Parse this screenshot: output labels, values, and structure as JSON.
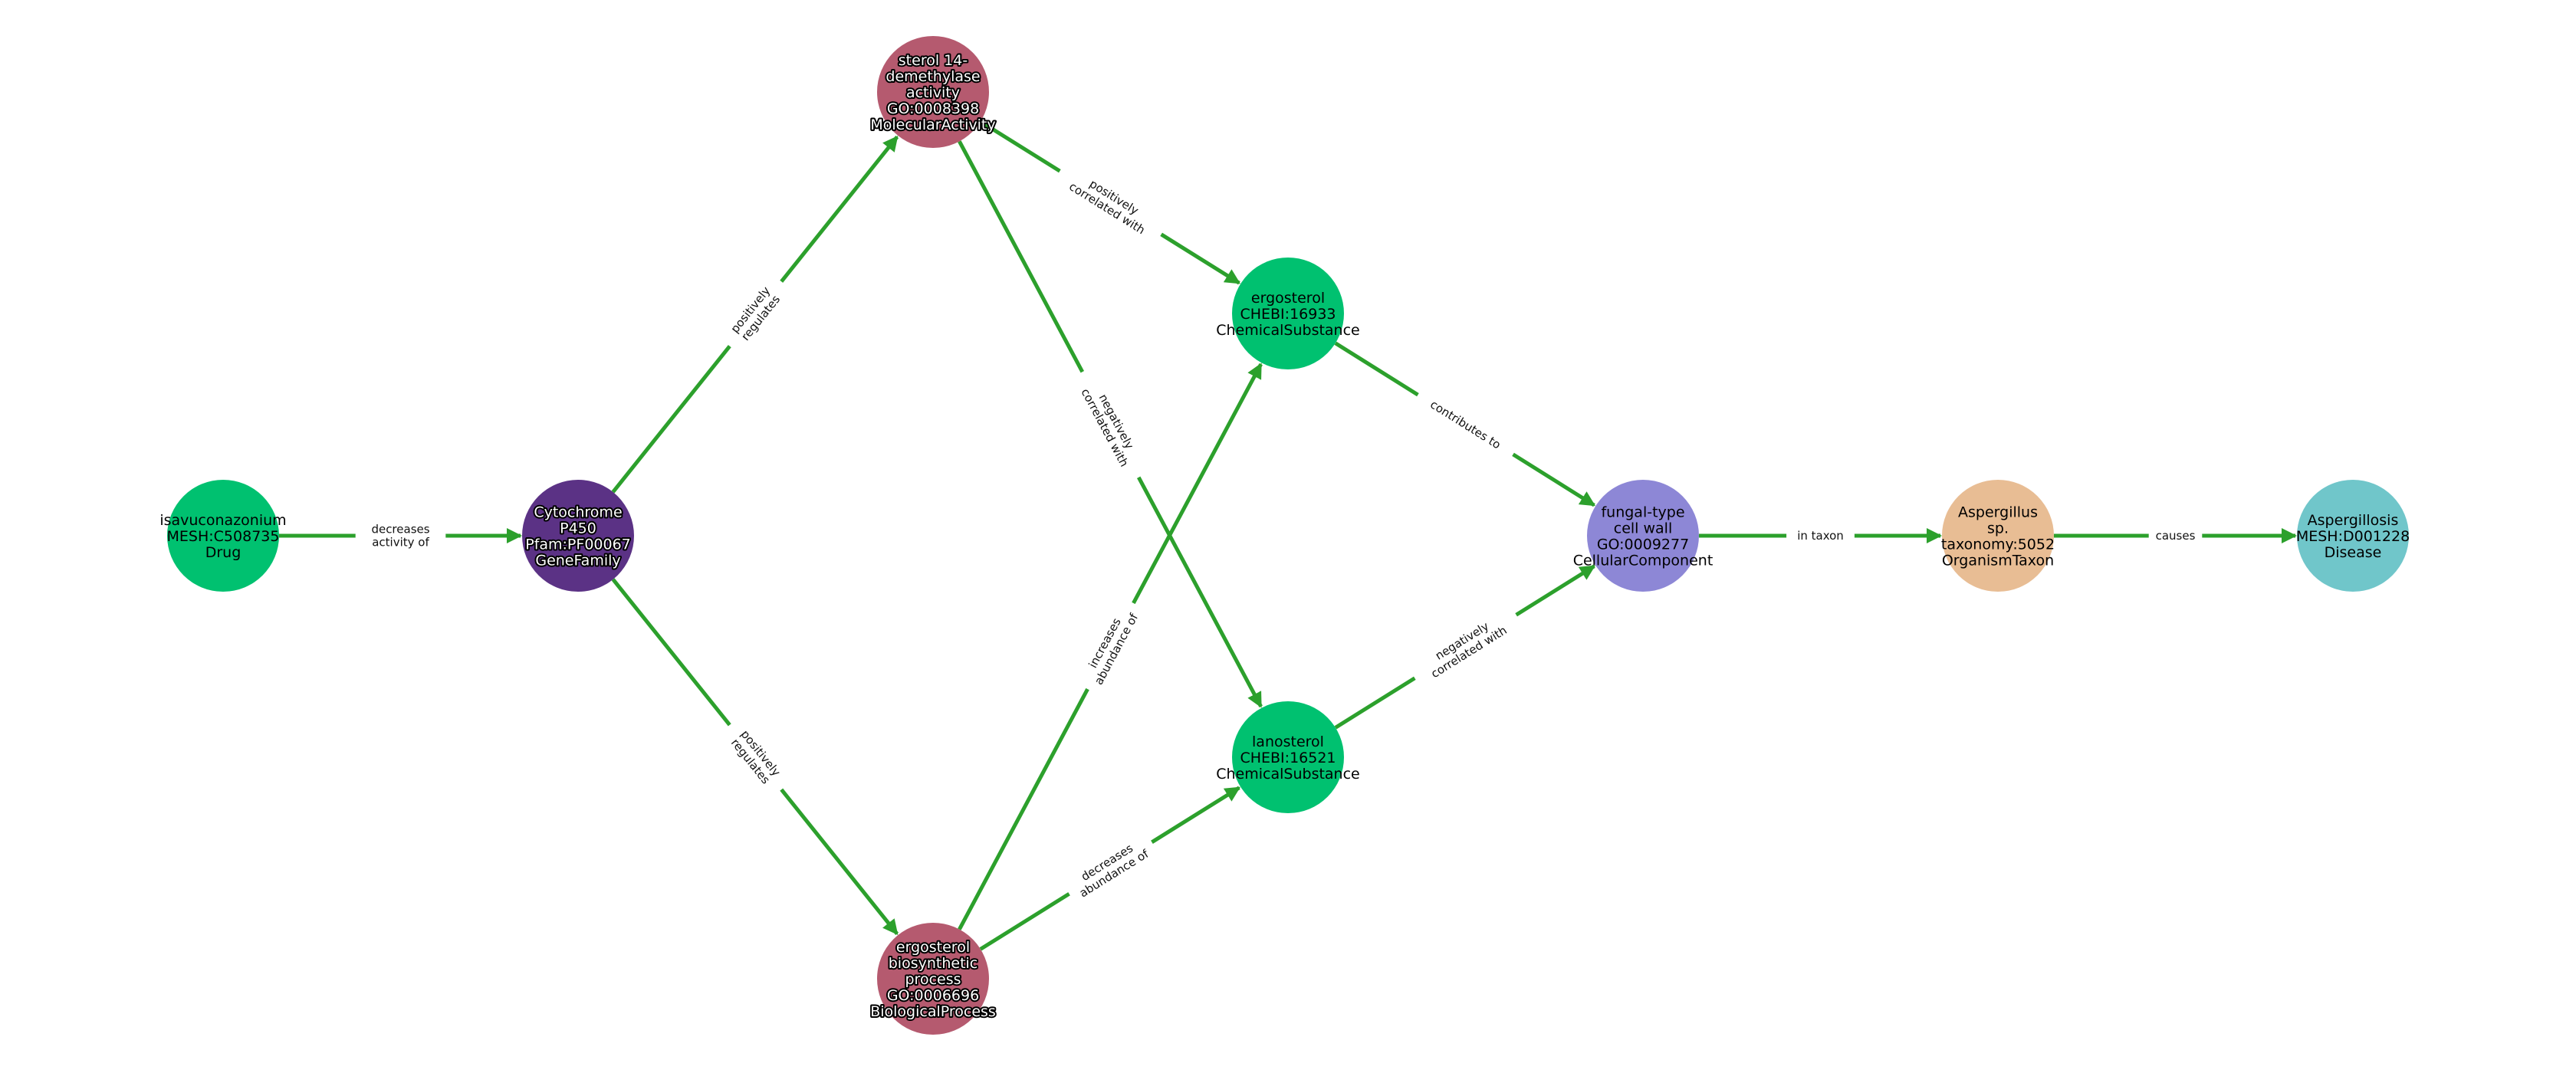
{
  "colors": {
    "edge": "#2ca02c",
    "Drug": "#00c170",
    "GeneFamily": "#5b3285",
    "MolecularActivity": "#b55a6f",
    "BiologicalProcess": "#b55a6f",
    "ChemicalSubstance": "#00c170",
    "CellularComponent": "#8d87d6",
    "OrganismTaxon": "#e8bd94",
    "Disease": "#70c6ca"
  },
  "nodes": [
    {
      "id": "isavuconazonium",
      "type": "Drug",
      "halo": false,
      "lines": [
        "isavuconazonium",
        "MESH:C508735",
        "Drug"
      ]
    },
    {
      "id": "cyp450",
      "type": "GeneFamily",
      "halo": true,
      "lines": [
        "Cytochrome",
        "P450",
        "Pfam:PF00067",
        "GeneFamily"
      ]
    },
    {
      "id": "sterol14",
      "type": "MolecularActivity",
      "halo": true,
      "lines": [
        "sterol 14-",
        "demethylase",
        "activity",
        "GO:0008398",
        "MolecularActivity"
      ]
    },
    {
      "id": "ergobio",
      "type": "BiologicalProcess",
      "halo": true,
      "lines": [
        "ergosterol",
        "biosynthetic",
        "process",
        "GO:0006696",
        "BiologicalProcess"
      ]
    },
    {
      "id": "ergosterol",
      "type": "ChemicalSubstance",
      "halo": false,
      "lines": [
        "ergosterol",
        "CHEBI:16933",
        "ChemicalSubstance"
      ]
    },
    {
      "id": "lanosterol",
      "type": "ChemicalSubstance",
      "halo": false,
      "lines": [
        "lanosterol",
        "CHEBI:16521",
        "ChemicalSubstance"
      ]
    },
    {
      "id": "cellwall",
      "type": "CellularComponent",
      "halo": false,
      "lines": [
        "fungal-type",
        "cell wall",
        "GO:0009277",
        "CellularComponent"
      ]
    },
    {
      "id": "aspsp",
      "type": "OrganismTaxon",
      "halo": false,
      "lines": [
        "Aspergillus",
        "sp.",
        "taxonomy:5052",
        "OrganismTaxon"
      ]
    },
    {
      "id": "aspergillosis",
      "type": "Disease",
      "halo": false,
      "lines": [
        "Aspergillosis",
        "MESH:D001228",
        "Disease"
      ]
    }
  ],
  "edges": [
    {
      "source": "isavuconazonium",
      "target": "cyp450",
      "lines": [
        "decreases",
        "activity of"
      ]
    },
    {
      "source": "cyp450",
      "target": "sterol14",
      "lines": [
        "positively",
        "regulates"
      ]
    },
    {
      "source": "cyp450",
      "target": "ergobio",
      "lines": [
        "positively",
        "regulates"
      ]
    },
    {
      "source": "sterol14",
      "target": "ergosterol",
      "lines": [
        "positively",
        "correlated with"
      ]
    },
    {
      "source": "sterol14",
      "target": "lanosterol",
      "lines": [
        "negatively",
        "correlated with"
      ]
    },
    {
      "source": "ergobio",
      "target": "ergosterol",
      "lines": [
        "increases",
        "abundance of"
      ]
    },
    {
      "source": "ergobio",
      "target": "lanosterol",
      "lines": [
        "decreases",
        "abundance of"
      ]
    },
    {
      "source": "ergosterol",
      "target": "cellwall",
      "lines": [
        "contributes to"
      ]
    },
    {
      "source": "lanosterol",
      "target": "cellwall",
      "lines": [
        "negatively",
        "correlated with"
      ]
    },
    {
      "source": "cellwall",
      "target": "aspsp",
      "lines": [
        "in taxon"
      ]
    },
    {
      "source": "aspsp",
      "target": "aspergillosis",
      "lines": [
        "causes"
      ]
    }
  ]
}
